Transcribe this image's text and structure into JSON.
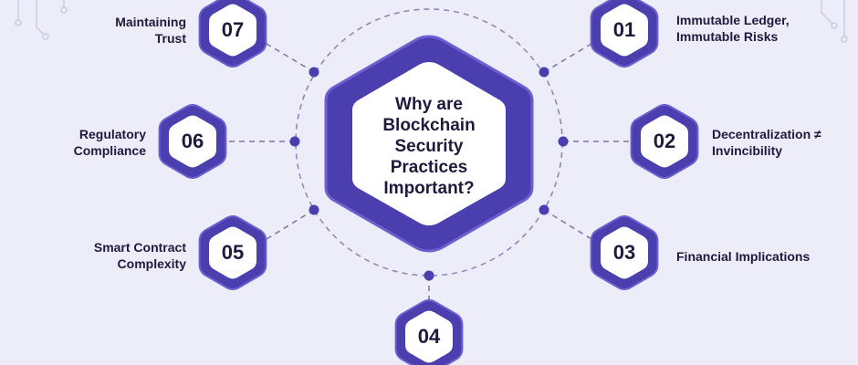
{
  "center": {
    "title": "Why are\nBlockchain\nSecurity\nPractices\nImportant?"
  },
  "items": [
    {
      "num": "01",
      "label": "Immutable Ledger,\nImmutable Risks"
    },
    {
      "num": "02",
      "label": "Decentralization ≠\nInvincibility"
    },
    {
      "num": "03",
      "label": "Financial Implications"
    },
    {
      "num": "04",
      "label": ""
    },
    {
      "num": "05",
      "label": "Smart Contract\nComplexity"
    },
    {
      "num": "06",
      "label": "Regulatory\nCompliance"
    },
    {
      "num": "07",
      "label": "Maintaining\nTrust"
    }
  ],
  "colors": {
    "background": "#ECEDF8",
    "hex_fill": "#4B3FB0",
    "hex_border": "#6C5FD0",
    "hex_inner": "#FFFFFF",
    "text": "#1F1A3D",
    "line": "#7A73A6",
    "dot": "#4B3FB0"
  }
}
